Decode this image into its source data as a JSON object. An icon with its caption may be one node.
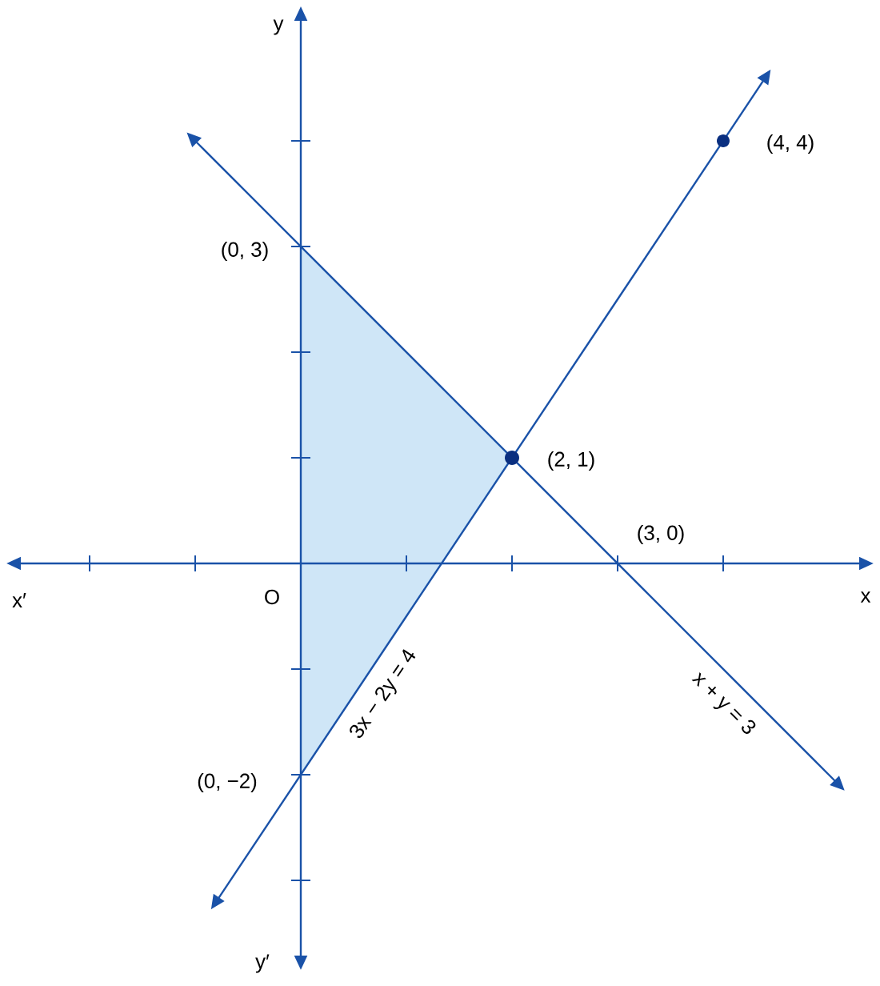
{
  "diagram": {
    "labels": [
      "y",
      "(4, 4)",
      "(0, 3)",
      "(2, 1)",
      "(3, 0)",
      "x′",
      "O",
      "x",
      "3x − 2y = 4",
      "x + y = 3",
      "(0, −2)",
      "y′"
    ]
  }
}
